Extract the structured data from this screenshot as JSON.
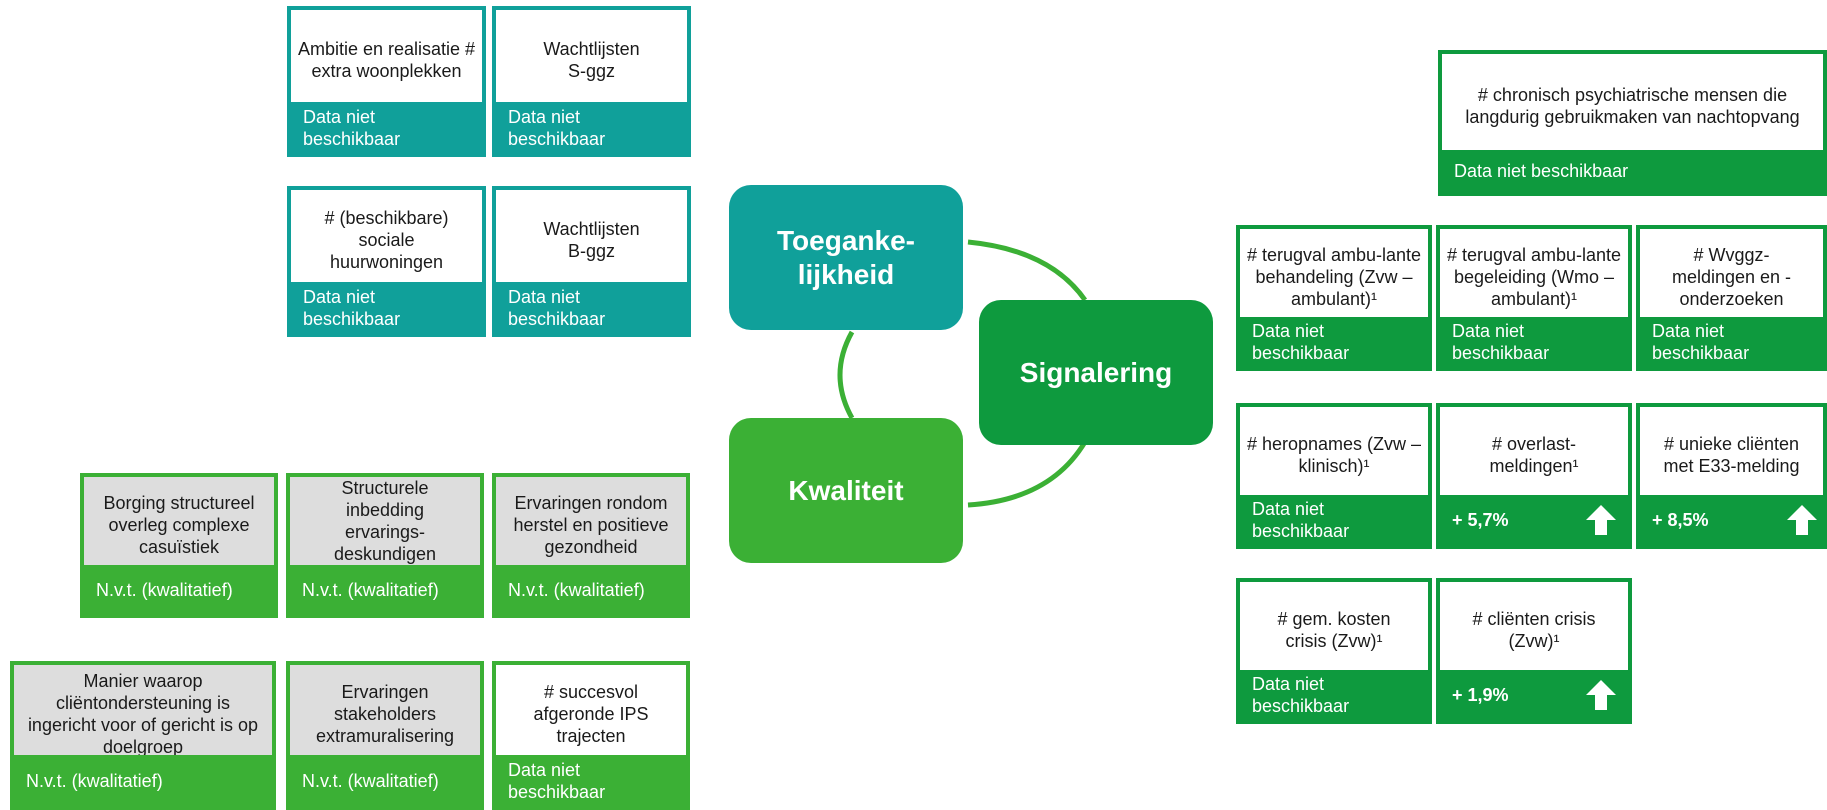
{
  "hubs": {
    "toegankelijkheid": "Toeganke-\nlijkheid",
    "signalering": "Signalering",
    "kwaliteit": "Kwaliteit"
  },
  "colors": {
    "teal": "#10a09a",
    "green": "#0e9a3e",
    "light_green": "#3bb035",
    "grey_fill": "#dddddd"
  },
  "cards": {
    "ambitie": {
      "title": "Ambitie en realisatie # extra woonplekken",
      "status": "Data niet beschikbaar"
    },
    "wachtlijsten_s": {
      "title": "Wachtlijsten S-ggz",
      "status": "Data niet beschikbaar"
    },
    "sociale_huur": {
      "title": "# (beschikbare) sociale huurwoningen",
      "status": "Data niet beschikbaar"
    },
    "wachtlijsten_b": {
      "title": "Wachtlijsten B-ggz",
      "status": "Data niet beschikbaar"
    },
    "nachtopvang": {
      "title": "# chronisch psychiatrische mensen die langdurig gebruikmaken van nachtopvang",
      "status": "Data niet beschikbaar"
    },
    "terugval_zvw": {
      "title": "# terugval ambu-lante behandeling (Zvw – ambulant)¹",
      "status": "Data niet beschikbaar"
    },
    "terugval_wmo": {
      "title": "# terugval ambu-lante begeleiding (Wmo – ambulant)¹",
      "status": "Data niet beschikbaar"
    },
    "wvggz": {
      "title": "# Wvggz-meldingen en -onderzoeken",
      "status": "Data niet beschikbaar"
    },
    "heropnames": {
      "title": "# heropnames (Zvw – klinisch)¹",
      "status": "Data niet beschikbaar"
    },
    "overlast": {
      "title": "# overlast-meldingen¹",
      "status": "+ 5,7%",
      "trend": "up"
    },
    "e33": {
      "title": "# unieke cliënten met E33-melding",
      "status": "+ 8,5%",
      "trend": "up"
    },
    "kosten_crisis": {
      "title": "# gem. kosten crisis (Zvw)¹",
      "status": "Data niet beschikbaar"
    },
    "clienten_crisis": {
      "title": "# cliënten crisis (Zvw)¹",
      "status": "+ 1,9%",
      "trend": "up"
    },
    "borging": {
      "title": "Borging structureel overleg complexe casuïstiek",
      "status": "N.v.t. (kwalitatief)"
    },
    "inbedding": {
      "title": "Structurele inbedding ervarings-deskundigen",
      "status": "N.v.t. (kwalitatief)"
    },
    "herstel": {
      "title": "Ervaringen rondom herstel en positieve gezondheid",
      "status": "N.v.t. (kwalitatief)"
    },
    "clientondersteuning": {
      "title": "Manier waarop cliëntondersteuning is ingericht voor of gericht is op doelgroep",
      "status": "N.v.t. (kwalitatief)"
    },
    "stakeholders": {
      "title": "Ervaringen stakeholders extramuralisering",
      "status": "N.v.t. (kwalitatief)"
    },
    "ips": {
      "title": "# succesvol afgeronde IPS trajecten",
      "status": "Data niet beschikbaar"
    }
  }
}
